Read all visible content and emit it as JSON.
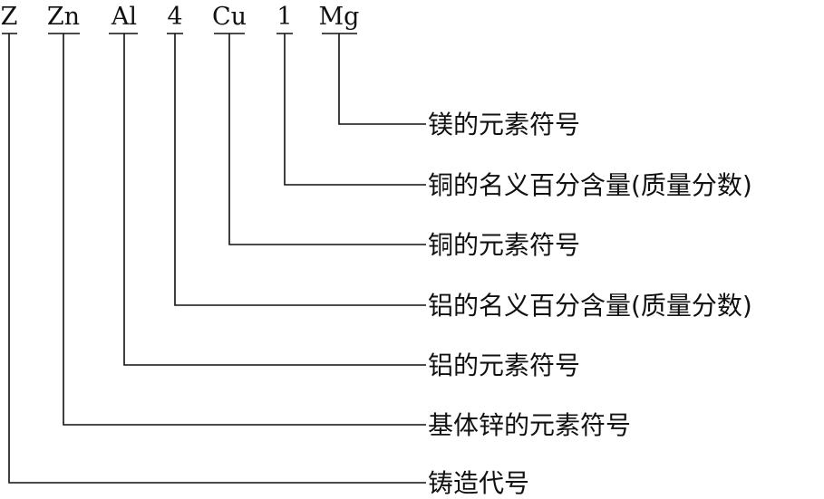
{
  "diagram": {
    "code_parts": [
      {
        "id": "z",
        "text": "Z"
      },
      {
        "id": "zn",
        "text": "Zn"
      },
      {
        "id": "al",
        "text": "Al"
      },
      {
        "id": "four",
        "text": "4"
      },
      {
        "id": "cu",
        "text": "Cu"
      },
      {
        "id": "one",
        "text": "1"
      },
      {
        "id": "mg",
        "text": "Mg"
      }
    ],
    "descriptions": [
      {
        "id": "mg",
        "text": "镁的元素符号"
      },
      {
        "id": "one",
        "text": "铜的名义百分含量(质量分数)"
      },
      {
        "id": "cu",
        "text": "铜的元素符号"
      },
      {
        "id": "four",
        "text": "铝的名义百分含量(质量分数)"
      },
      {
        "id": "al",
        "text": "铝的元素符号"
      },
      {
        "id": "zn",
        "text": "基体锌的元素符号"
      },
      {
        "id": "z",
        "text": "铸造代号"
      }
    ]
  }
}
